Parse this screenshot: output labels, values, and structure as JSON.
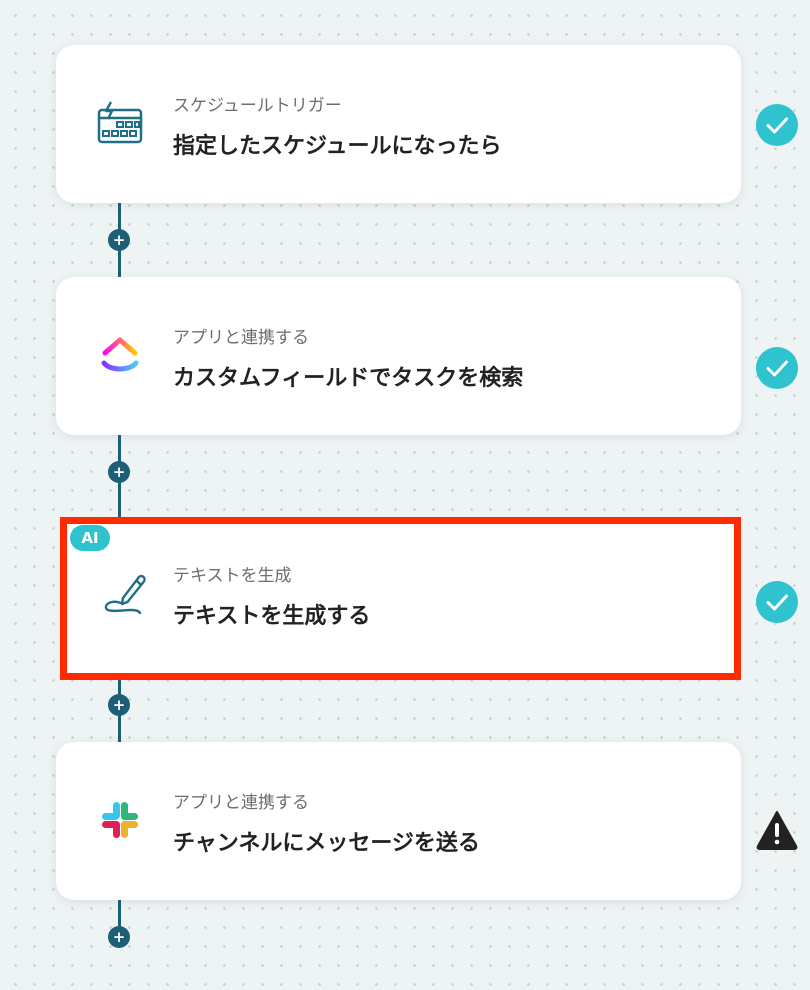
{
  "steps": [
    {
      "subtitle": "スケジュールトリガー",
      "title": "指定したスケジュールになったら",
      "icon": "schedule-trigger-icon",
      "status": "completed"
    },
    {
      "subtitle": "アプリと連携する",
      "title": "カスタムフィールドでタスクを検索",
      "icon": "clickup-logo-icon",
      "status": "completed"
    },
    {
      "subtitle": "テキストを生成",
      "title": "テキストを生成する",
      "icon": "pen-icon",
      "badge": "AI",
      "status": "completed",
      "highlighted": true
    },
    {
      "subtitle": "アプリと連携する",
      "title": "チャンネルにメッセージを送る",
      "icon": "slack-logo-icon",
      "status": "warning"
    }
  ],
  "add_button_label": "+",
  "colors": {
    "background": "#eef3f4",
    "connector": "#1f5f75",
    "check": "#2fc3cf",
    "warning": "#222222",
    "highlight_border": "#ff2a00",
    "ai_badge": "#2fc3cf"
  }
}
